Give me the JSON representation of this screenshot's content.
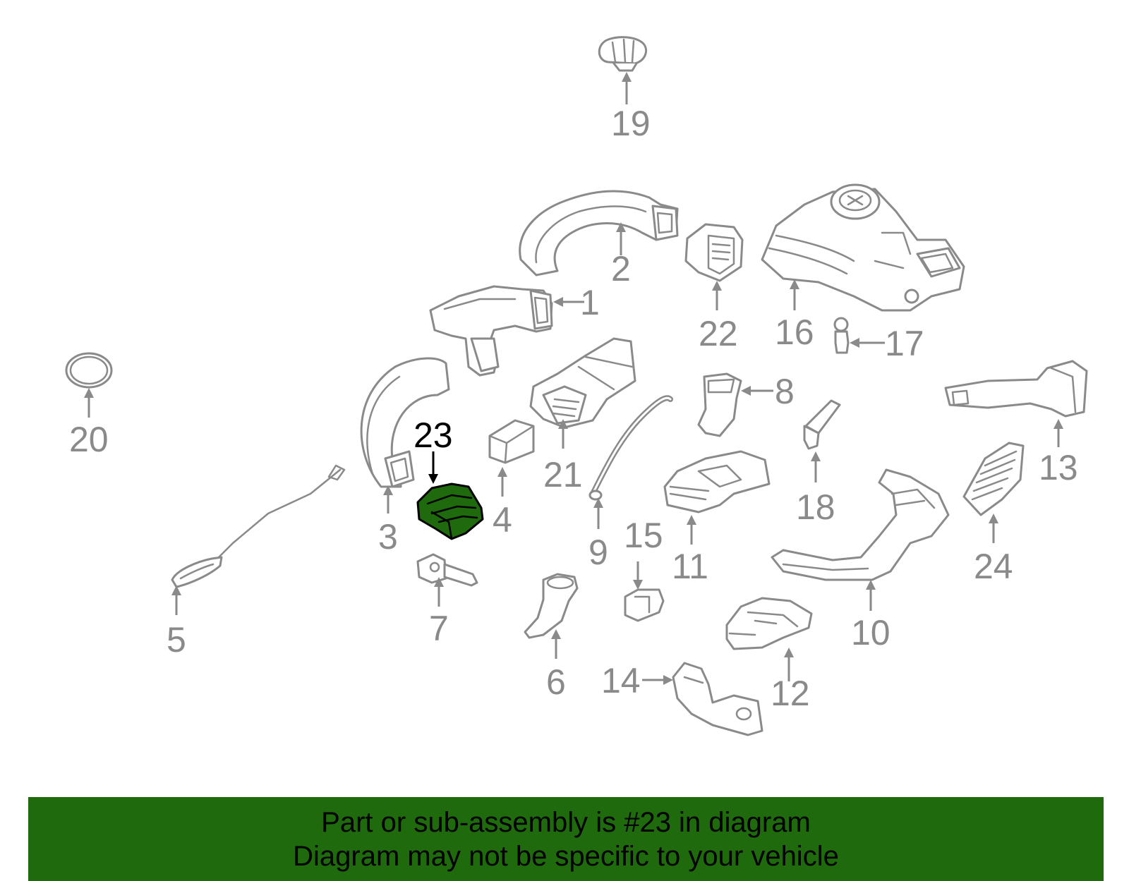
{
  "diagram": {
    "highlight_color": "#1e6a0c",
    "line_color": "#8a8a8a",
    "labels": {
      "p1": "1",
      "p2": "2",
      "p3": "3",
      "p4": "4",
      "p5": "5",
      "p6": "6",
      "p7": "7",
      "p8": "8",
      "p9": "9",
      "p10": "10",
      "p11": "11",
      "p12": "12",
      "p13": "13",
      "p14": "14",
      "p15": "15",
      "p16": "16",
      "p17": "17",
      "p18": "18",
      "p19": "19",
      "p20": "20",
      "p21": "21",
      "p22": "22",
      "p23": "23",
      "p24": "24"
    }
  },
  "banner": {
    "line1": "Part or sub-assembly is #23 in diagram",
    "line2": "Diagram may not be specific to your vehicle",
    "background": "#1e6a0c"
  }
}
